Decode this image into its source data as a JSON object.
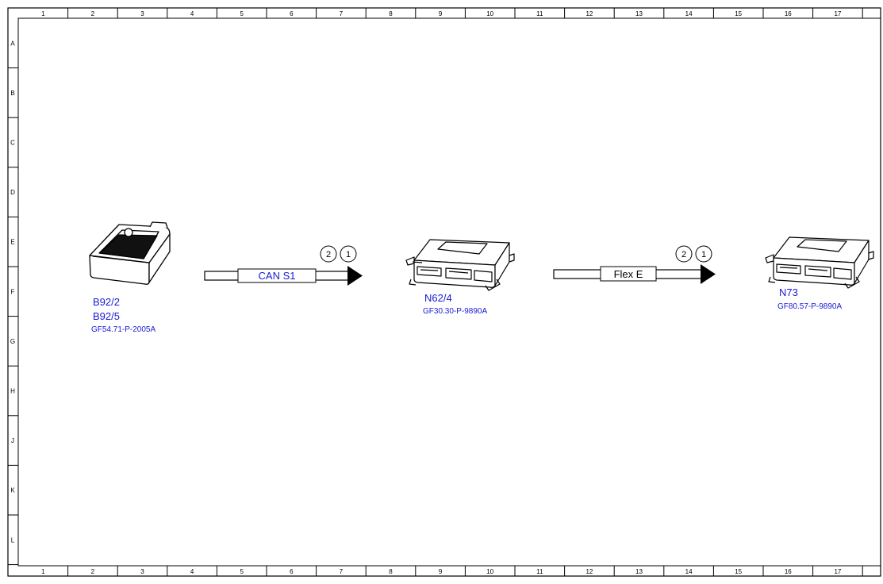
{
  "grid": {
    "columns": [
      "1",
      "2",
      "3",
      "4",
      "5",
      "6",
      "7",
      "8",
      "9",
      "10",
      "11",
      "12",
      "13",
      "14",
      "15",
      "16",
      "17"
    ],
    "rows": [
      "A",
      "B",
      "C",
      "D",
      "E",
      "F",
      "G",
      "H",
      "J",
      "K",
      "L"
    ]
  },
  "components": [
    {
      "id": "sensor",
      "labels": [
        "B92/2",
        "B92/5"
      ],
      "ref": "GF54.71-P-2005A"
    },
    {
      "id": "n62",
      "labels": [
        "N62/4"
      ],
      "ref": "GF30.30-P-9890A"
    },
    {
      "id": "n73",
      "labels": [
        "N73"
      ],
      "ref": "GF80.57-P-9890A"
    }
  ],
  "buses": [
    {
      "label": "CAN S1",
      "label_color": "#1a1ad6",
      "markers": [
        "2",
        "1"
      ]
    },
    {
      "label": "Flex E",
      "label_color": "#000000",
      "markers": [
        "2",
        "1"
      ]
    }
  ],
  "colors": {
    "label_blue": "#1a1ad6",
    "line": "#000000"
  }
}
